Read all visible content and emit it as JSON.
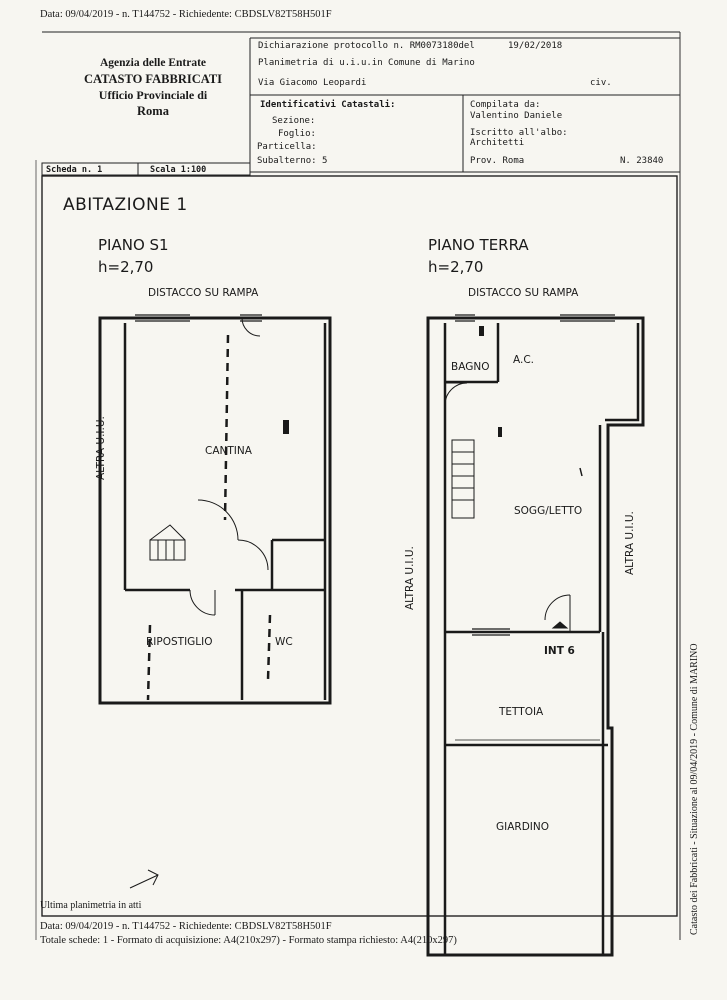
{
  "top_meta": "Data: 09/04/2019 - n. T144752 - Richiedente: CBDSLV82T58H501F",
  "agency": {
    "line1": "Agenzia delle Entrate",
    "line2": "CATASTO FABBRICATI",
    "line3": "Ufficio Provinciale di",
    "line4": "Roma"
  },
  "header": {
    "declaration": "Dichiarazione protocollo n. RM0073180del",
    "declaration_date": "19/02/2018",
    "floorplan_of": "Planimetria di u.i.u.in Comune di Marino",
    "address": "Via Giacomo Leopardi",
    "civ_label": "civ.",
    "identifiers_title": "Identificativi Catastali:",
    "sezione": "Sezione:",
    "foglio": "Foglio:",
    "particella": "Particella:",
    "subalterno": "Subalterno: 5",
    "compiled_by_label": "Compilata da:",
    "compiled_by_name": "Valentino Daniele",
    "registered_label": "Iscritto all'albo:",
    "registered_value": "Architetti",
    "province": "Prov. Roma",
    "number": "N. 23840",
    "sheet": "Scheda n. 1",
    "scale": "Scala 1:100"
  },
  "plan": {
    "title": "ABITAZIONE 1",
    "floor_s1": {
      "name": "PIANO S1",
      "height": "h=2,70"
    },
    "floor_ground": {
      "name": "PIANO TERRA",
      "height": "h=2,70"
    },
    "rampa_left": "DISTACCO SU RAMPA",
    "rampa_right": "DISTACCO SU RAMPA",
    "altra_left": "ALTRA U.I.U.",
    "altra_mid": "ALTRA U.I.U.",
    "altra_right": "ALTRA U.I.U.",
    "rooms": {
      "cantina": "CANTINA",
      "ripostiglio": "RIPOSTIGLIO",
      "wc": "WC",
      "bagno": "BAGNO",
      "ac": "A.C.",
      "sogg_letto": "SOGG/LETTO",
      "int6": "INT 6",
      "tettoia": "TETTOIA",
      "giardino": "GIARDINO"
    }
  },
  "footer": {
    "note": "Ultima planimetria in atti",
    "meta": "Data: 09/04/2019 - n. T144752 - Richiedente: CBDSLV82T58H501F",
    "formats": "Totale schede: 1 - Formato di acquisizione: A4(210x297) - Formato stampa richiesto: A4(210x297)"
  },
  "side_stamp": "Catasto dei Fabbricati - Situazione al 09/04/2019 - Comune di MARINO"
}
